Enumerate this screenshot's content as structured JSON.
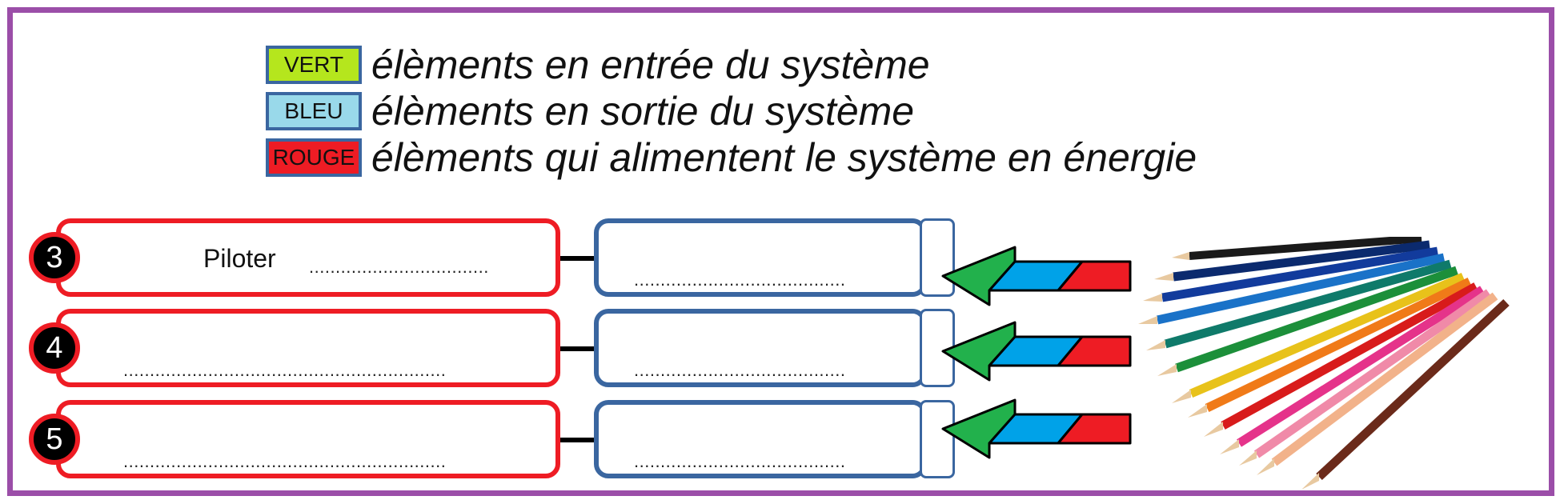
{
  "legend": [
    {
      "swatch_label": "VERT",
      "color": "#b5e61d",
      "text": "élèments en entrée du système"
    },
    {
      "swatch_label": "BLEU",
      "color": "#99d9ea",
      "text": "élèments en sortie du système"
    },
    {
      "swatch_label": "ROUGE",
      "color": "#ee1c24",
      "text": "élèments qui alimentent le système en énergie"
    }
  ],
  "rows": [
    {
      "number": "3",
      "function_label": "Piloter",
      "function_dots": "..................................",
      "output_dots": "........................................"
    },
    {
      "number": "4",
      "function_label": "",
      "function_dots": ".............................................................",
      "output_dots": "........................................"
    },
    {
      "number": "5",
      "function_label": "",
      "function_dots": ".............................................................",
      "output_dots": "........................................"
    }
  ],
  "arrow_colors": {
    "green": "#22b14c",
    "blue": "#00a2e8",
    "red": "#ee1c24"
  },
  "image": {
    "icon": "colored-pencils-icon"
  }
}
